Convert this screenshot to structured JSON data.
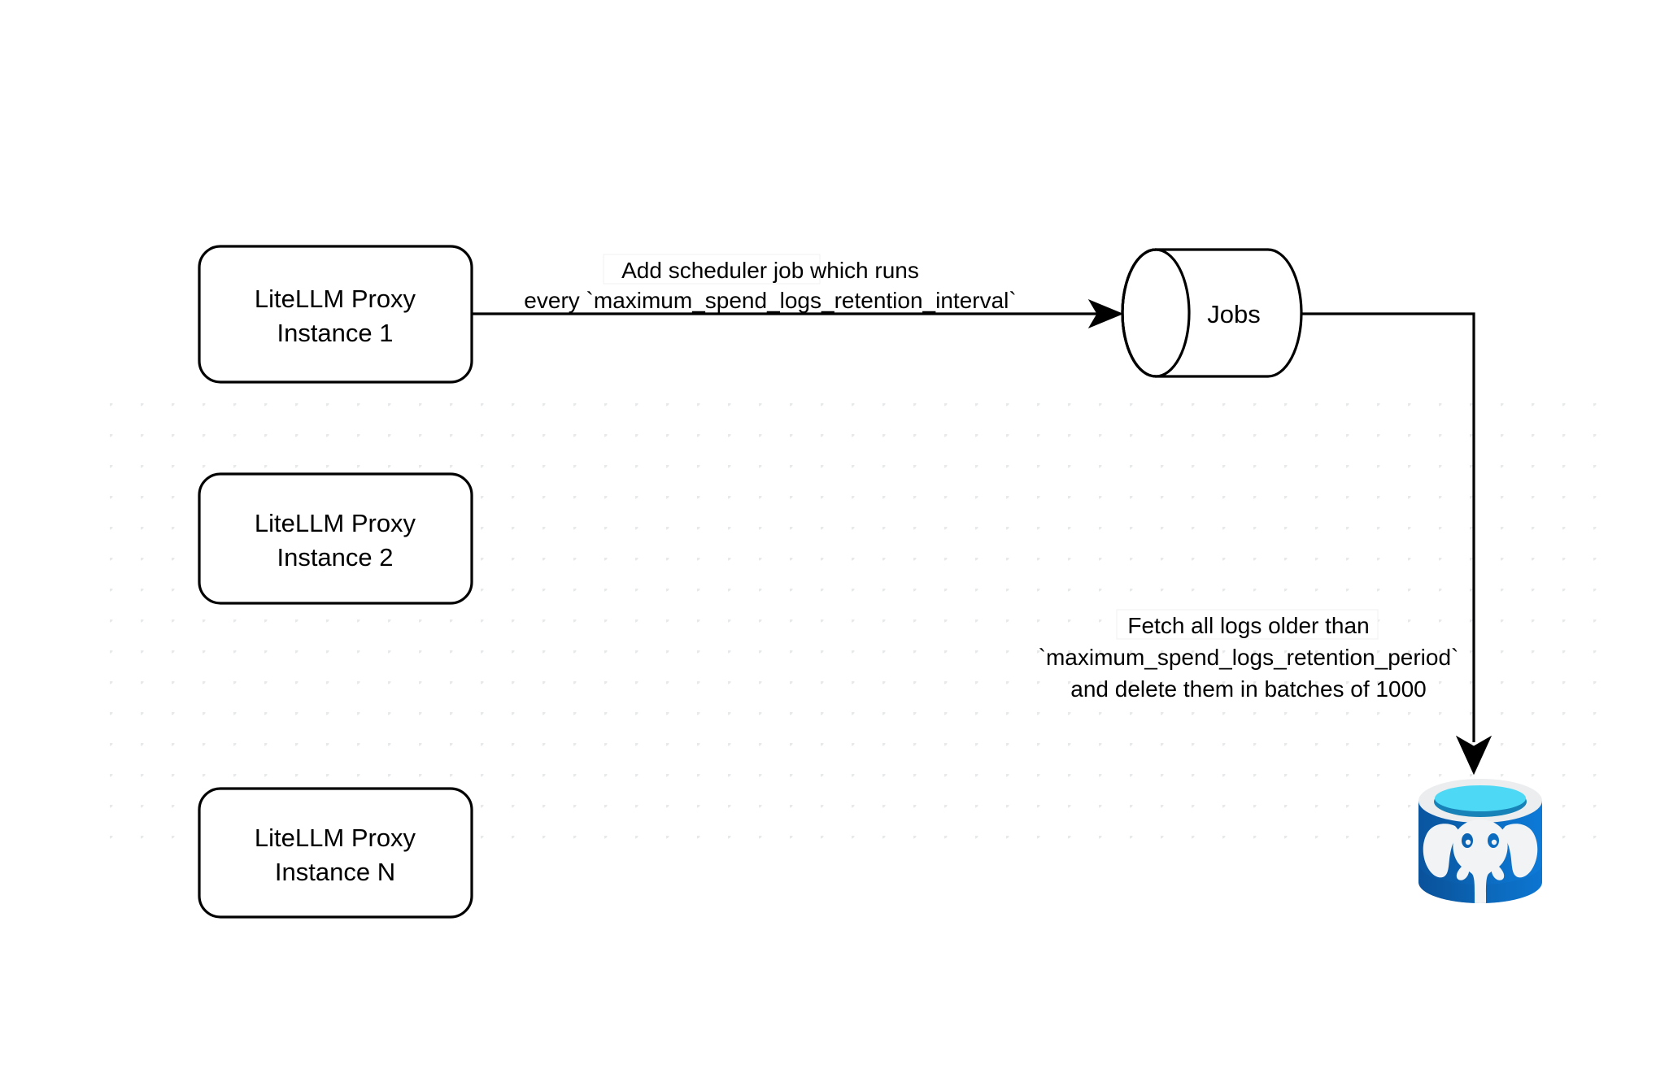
{
  "diagram": {
    "title": "LiteLLM spend logs retention scheduler flow",
    "background_color": "#ffffff",
    "grid": {
      "dot_color": "#e8e9ea",
      "spacing": 38,
      "dot_radius": 3.5
    },
    "stroke_color": "#000000"
  },
  "nodes": {
    "proxy_1": {
      "line1": "LiteLLM Proxy",
      "line2": "Instance 1"
    },
    "proxy_2": {
      "line1": "LiteLLM Proxy",
      "line2": "Instance 2"
    },
    "proxy_n": {
      "line1": "LiteLLM Proxy",
      "line2": "Instance N"
    },
    "jobs": {
      "label": "Jobs"
    },
    "database": {
      "name": "postgresql-database-icon",
      "body_color_dark": "#0a5ca8",
      "body_color_light": "#0d78d4",
      "rim_color": "#ebedee",
      "liquid_top_color": "#4dd9f5",
      "liquid_shadow_color": "#1682b8",
      "elephant_color": "#f1f3f4"
    }
  },
  "edges": {
    "scheduler": {
      "line1": "Add scheduler job which runs",
      "line2": "every `maximum_spend_logs_retention_interval`"
    },
    "delete": {
      "line1": "Fetch all logs older than",
      "line2": "`maximum_spend_logs_retention_period`",
      "line3": "and delete them in batches of 1000"
    }
  }
}
